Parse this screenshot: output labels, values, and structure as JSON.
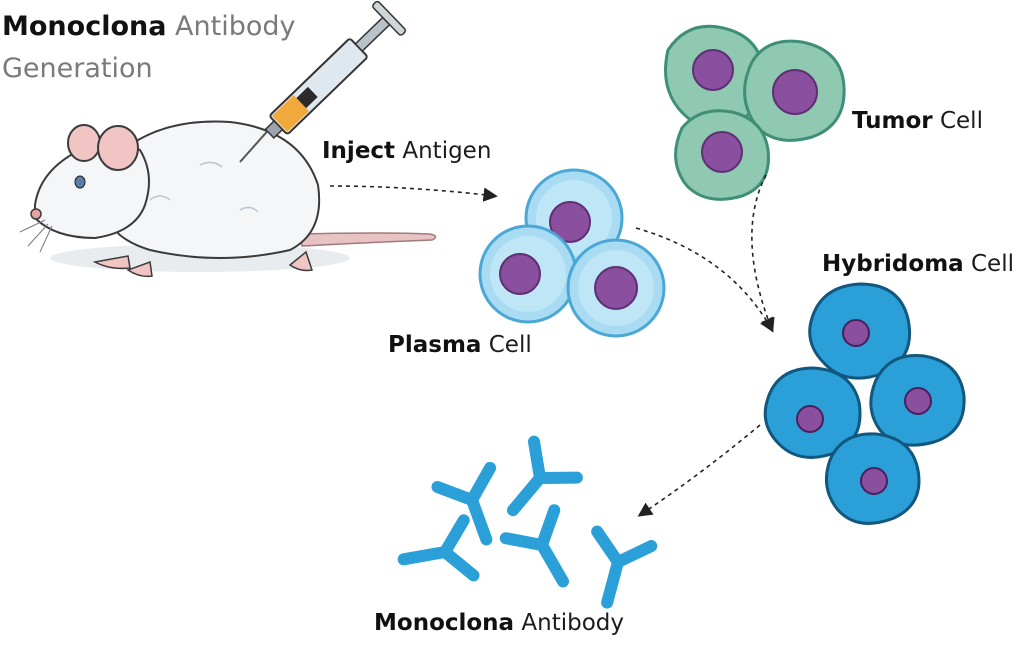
{
  "title": {
    "bold": "Monoclona",
    "rest": "Antibody",
    "line2": "Generation"
  },
  "labels": {
    "inject": {
      "bold": "Inject",
      "rest": "Antigen"
    },
    "plasma": {
      "bold": "Plasma",
      "rest": "Cell"
    },
    "tumor": {
      "bold": "Tumor",
      "rest": "Cell"
    },
    "hybridoma": {
      "bold": "Hybridoma",
      "rest": "Cell"
    },
    "antibody": {
      "bold": "Monoclona",
      "rest": "Antibody"
    }
  },
  "colors": {
    "plasma_fill": "#a9dcf2",
    "plasma_edge": "#4aa8d6",
    "tumor_fill": "#8fc9b1",
    "tumor_edge": "#3f8f78",
    "hybridoma_fill": "#2a9fd8",
    "hybridoma_edge": "#11577e",
    "nucleus": "#8a4f9e",
    "antibody": "#2a9fd8",
    "arrow": "#222222"
  }
}
